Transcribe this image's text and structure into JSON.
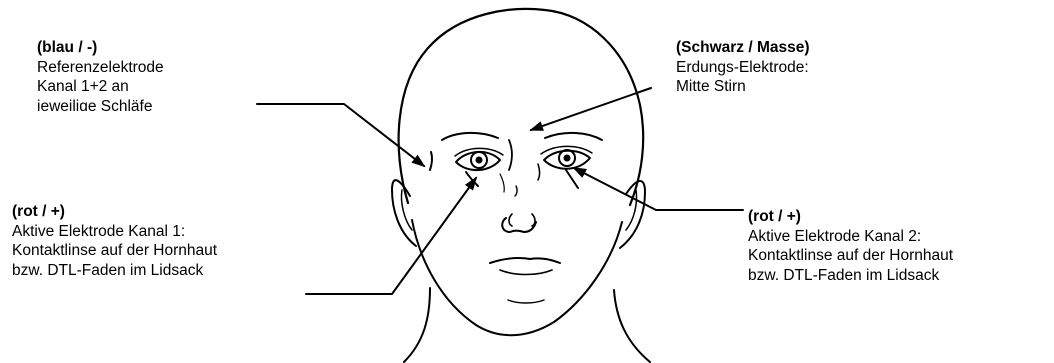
{
  "labels": {
    "top_left": {
      "head": "(blau / -)",
      "lines": [
        "Referenzelektrode",
        "Kanal 1+2  an",
        "jeweilige Schläfe"
      ]
    },
    "top_right": {
      "head": "(Schwarz / Masse)",
      "lines": [
        "Erdungs-Elektrode:",
        "Mitte Stirn"
      ]
    },
    "bottom_left": {
      "head": "(rot / +)",
      "lines": [
        "Aktive Elektrode Kanal 1:",
        "Kontaktlinse auf der Hornhaut",
        "bzw. DTL-Faden im Lidsack"
      ]
    },
    "bottom_right": {
      "head": "(rot / +)",
      "lines": [
        "Aktive Elektrode Kanal 2:",
        "Kontaktlinse auf der Hornhaut",
        "bzw. DTL-Faden im Lidsack"
      ]
    }
  },
  "colors": {
    "ink": "#000000",
    "background": "#ffffff"
  }
}
